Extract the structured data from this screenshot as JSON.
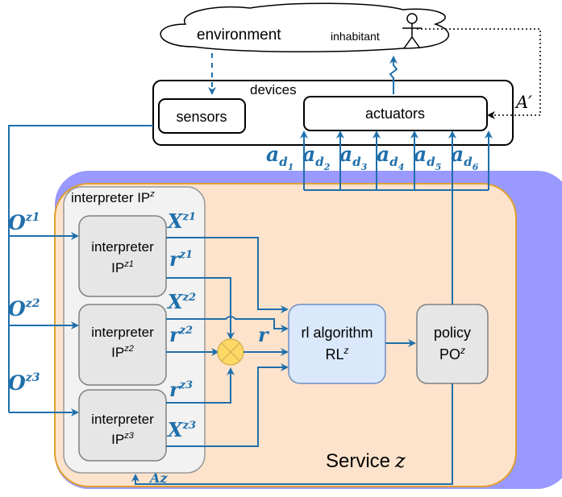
{
  "environment": {
    "cloud_label": "environment",
    "inhabitant_label": "inhabitant"
  },
  "devices": {
    "title": "devices",
    "sensors_label": "sensors",
    "actuators_label": "actuators",
    "feedback_label": "A′"
  },
  "actions": {
    "symbol": "a",
    "subscript_base": "d",
    "indices": [
      "1",
      "2",
      "3",
      "4",
      "5",
      "6"
    ]
  },
  "observations": {
    "symbol": "O",
    "sups": [
      "z1",
      "z2",
      "z3"
    ]
  },
  "interpreter_group": {
    "title": "interpreter IP",
    "title_sup": "z"
  },
  "interpreters": [
    {
      "label": "interpreter",
      "code": "IP",
      "sup": "z1",
      "x_label": "X",
      "x_sup": "z1",
      "r_label": "r",
      "r_sup": "z1"
    },
    {
      "label": "interpreter",
      "code": "IP",
      "sup": "z2",
      "x_label": "X",
      "x_sup": "z2",
      "r_label": "r",
      "r_sup": "z2"
    },
    {
      "label": "interpreter",
      "code": "IP",
      "sup": "z3",
      "x_label": "X",
      "x_sup": "z3",
      "r_label": "r",
      "r_sup": "z3"
    }
  ],
  "combined_reward": "r",
  "rl": {
    "line1": "rl algorithm",
    "code": "RL",
    "sup": "z"
  },
  "policy": {
    "line1": "policy",
    "code": "PO",
    "sup": "z"
  },
  "service": {
    "label": "Service",
    "var": "z"
  },
  "feedback_action": "Az",
  "colors": {
    "wire": "#1f6fab",
    "service_back": "#9999ff",
    "service_front": "#fde3cc",
    "service_border": "#e0a030",
    "group_fill": "#f2f2f2",
    "box_fill": "#e6e6e6",
    "rl_fill": "#dae8fc",
    "rl_border": "#6c8ebf",
    "combiner_fill": "#ffd966",
    "combiner_border": "#d6b656"
  }
}
